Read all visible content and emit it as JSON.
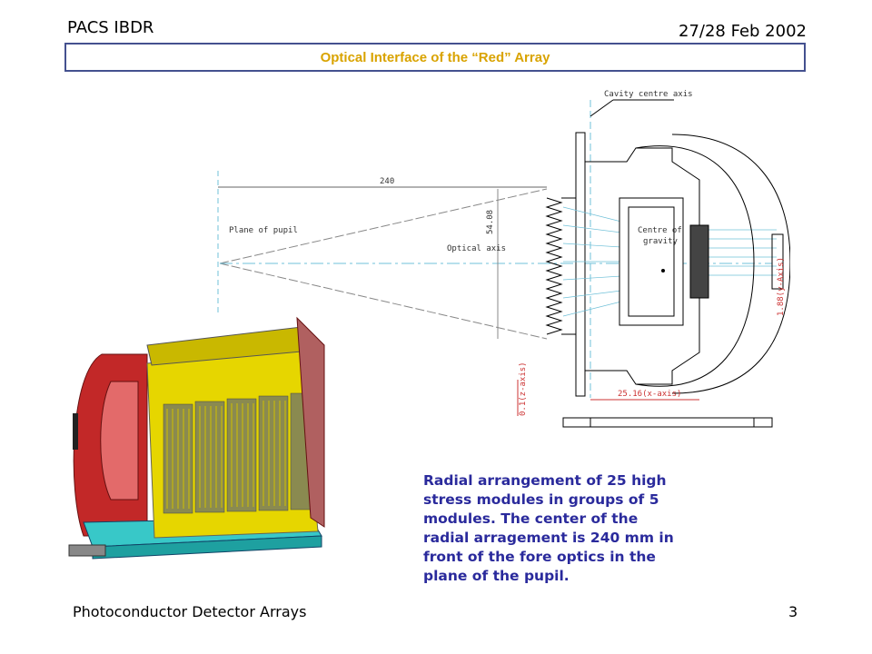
{
  "header": {
    "left": "PACS IBDR",
    "right": "27/28 Feb 2002"
  },
  "title": "Optical Interface of the “Red” Array",
  "drawing": {
    "labels": {
      "cavity_axis": "Cavity centre axis",
      "pupil": "Plane of pupil",
      "optical_axis": "Optical axis",
      "centre_gravity_1": "Centre of",
      "centre_gravity_2": "gravity",
      "dim_240": "240",
      "dim_5408": "54.08",
      "dim_right": "1.88(y-Axis)",
      "dim_bottom": "25.16(x-axis)",
      "dim_vert": "0.1(z-axis)"
    }
  },
  "caption": [
    "Radial arrangement of 25 high",
    "stress modules in groups of 5",
    "modules. The center of the",
    "radial arragement is 240 mm in",
    "front of the fore optics in the",
    "plane of the pupil."
  ],
  "footer": {
    "left": "Photoconductor Detector Arrays",
    "page": "3"
  }
}
